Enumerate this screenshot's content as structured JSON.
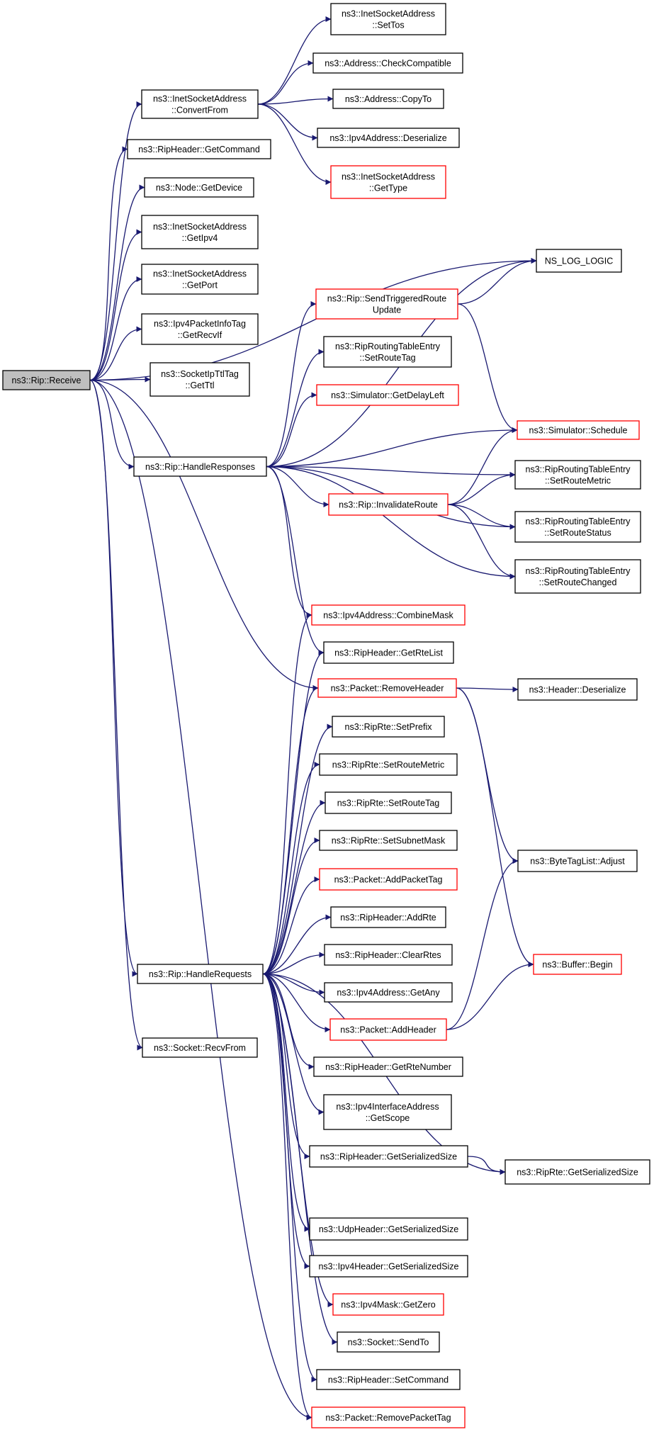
{
  "graph": {
    "colors": {
      "edge": "#191970",
      "node_border_default": "#000000",
      "node_border_truncated": "#ff0000",
      "root_fill": "#bfbfbf",
      "node_fill": "#ffffff"
    },
    "nodes": [
      {
        "id": "receive",
        "lines": [
          "ns3::Rip::Receive"
        ],
        "style": "root"
      },
      {
        "id": "convertfrom",
        "lines": [
          "ns3::InetSocketAddress",
          "::ConvertFrom"
        ],
        "style": "normal"
      },
      {
        "id": "ripheader_getcommand",
        "lines": [
          "ns3::RipHeader::GetCommand"
        ],
        "style": "normal"
      },
      {
        "id": "node_getdevice",
        "lines": [
          "ns3::Node::GetDevice"
        ],
        "style": "normal"
      },
      {
        "id": "inet_getipv4",
        "lines": [
          "ns3::InetSocketAddress",
          "::GetIpv4"
        ],
        "style": "normal"
      },
      {
        "id": "inet_getport",
        "lines": [
          "ns3::InetSocketAddress",
          "::GetPort"
        ],
        "style": "normal"
      },
      {
        "id": "ipv4packetinfotag_getrecvif",
        "lines": [
          "ns3::Ipv4PacketInfoTag",
          "::GetRecvIf"
        ],
        "style": "normal"
      },
      {
        "id": "socketipttltag_getttl",
        "lines": [
          "ns3::SocketIpTtlTag",
          "::GetTtl"
        ],
        "style": "normal"
      },
      {
        "id": "handleresponses",
        "lines": [
          "ns3::Rip::HandleResponses"
        ],
        "style": "normal"
      },
      {
        "id": "handlerequests",
        "lines": [
          "ns3::Rip::HandleRequests"
        ],
        "style": "normal"
      },
      {
        "id": "socket_recvfrom",
        "lines": [
          "ns3::Socket::RecvFrom"
        ],
        "style": "normal"
      },
      {
        "id": "inet_settos",
        "lines": [
          "ns3::InetSocketAddress",
          "::SetTos"
        ],
        "style": "normal"
      },
      {
        "id": "address_checkcompatible",
        "lines": [
          "ns3::Address::CheckCompatible"
        ],
        "style": "normal"
      },
      {
        "id": "address_copyto",
        "lines": [
          "ns3::Address::CopyTo"
        ],
        "style": "normal"
      },
      {
        "id": "ipv4address_deserialize",
        "lines": [
          "ns3::Ipv4Address::Deserialize"
        ],
        "style": "normal"
      },
      {
        "id": "inet_gettype",
        "lines": [
          "ns3::InetSocketAddress",
          "::GetType"
        ],
        "style": "truncated"
      },
      {
        "id": "ns_log_logic",
        "lines": [
          "NS_LOG_LOGIC"
        ],
        "style": "normal"
      },
      {
        "id": "sendtriggeredrouteupdate",
        "lines": [
          "ns3::Rip::SendTriggeredRoute",
          "Update"
        ],
        "style": "truncated"
      },
      {
        "id": "rte_setroutetag",
        "lines": [
          "ns3::RipRoutingTableEntry",
          "::SetRouteTag"
        ],
        "style": "normal"
      },
      {
        "id": "simulator_getdelayleft",
        "lines": [
          "ns3::Simulator::GetDelayLeft"
        ],
        "style": "truncated"
      },
      {
        "id": "simulator_schedule",
        "lines": [
          "ns3::Simulator::Schedule"
        ],
        "style": "truncated"
      },
      {
        "id": "invalidateroute",
        "lines": [
          "ns3::Rip::InvalidateRoute"
        ],
        "style": "truncated"
      },
      {
        "id": "rte_setroutemetric",
        "lines": [
          "ns3::RipRoutingTableEntry",
          "::SetRouteMetric"
        ],
        "style": "normal"
      },
      {
        "id": "rte_setroutestatus",
        "lines": [
          "ns3::RipRoutingTableEntry",
          "::SetRouteStatus"
        ],
        "style": "normal"
      },
      {
        "id": "rte_setroutechanged",
        "lines": [
          "ns3::RipRoutingTableEntry",
          "::SetRouteChanged"
        ],
        "style": "normal"
      },
      {
        "id": "ipv4address_combinemask",
        "lines": [
          "ns3::Ipv4Address::CombineMask"
        ],
        "style": "truncated"
      },
      {
        "id": "ripheader_getrtelist",
        "lines": [
          "ns3::RipHeader::GetRteList"
        ],
        "style": "normal"
      },
      {
        "id": "packet_removeheader",
        "lines": [
          "ns3::Packet::RemoveHeader"
        ],
        "style": "truncated"
      },
      {
        "id": "header_deserialize",
        "lines": [
          "ns3::Header::Deserialize"
        ],
        "style": "normal"
      },
      {
        "id": "riprte_setprefix",
        "lines": [
          "ns3::RipRte::SetPrefix"
        ],
        "style": "normal"
      },
      {
        "id": "riprte_setroutemetric",
        "lines": [
          "ns3::RipRte::SetRouteMetric"
        ],
        "style": "normal"
      },
      {
        "id": "riprte_setroutetag",
        "lines": [
          "ns3::RipRte::SetRouteTag"
        ],
        "style": "normal"
      },
      {
        "id": "riprte_setsubnetmask",
        "lines": [
          "ns3::RipRte::SetSubnetMask"
        ],
        "style": "normal"
      },
      {
        "id": "bytetaglist_adjust",
        "lines": [
          "ns3::ByteTagList::Adjust"
        ],
        "style": "normal"
      },
      {
        "id": "packet_addpackettag",
        "lines": [
          "ns3::Packet::AddPacketTag"
        ],
        "style": "truncated"
      },
      {
        "id": "ripheader_addrte",
        "lines": [
          "ns3::RipHeader::AddRte"
        ],
        "style": "normal"
      },
      {
        "id": "ripheader_clearrtes",
        "lines": [
          "ns3::RipHeader::ClearRtes"
        ],
        "style": "normal"
      },
      {
        "id": "buffer_begin",
        "lines": [
          "ns3::Buffer::Begin"
        ],
        "style": "truncated"
      },
      {
        "id": "ipv4address_getany",
        "lines": [
          "ns3::Ipv4Address::GetAny"
        ],
        "style": "normal"
      },
      {
        "id": "packet_addheader",
        "lines": [
          "ns3::Packet::AddHeader"
        ],
        "style": "truncated"
      },
      {
        "id": "ripheader_getrtenumber",
        "lines": [
          "ns3::RipHeader::GetRteNumber"
        ],
        "style": "normal"
      },
      {
        "id": "ipv4interfaceaddress_getscope",
        "lines": [
          "ns3::Ipv4InterfaceAddress",
          "::GetScope"
        ],
        "style": "normal"
      },
      {
        "id": "ripheader_getserializedsize",
        "lines": [
          "ns3::RipHeader::GetSerializedSize"
        ],
        "style": "normal"
      },
      {
        "id": "riprte_getserializedsize",
        "lines": [
          "ns3::RipRte::GetSerializedSize"
        ],
        "style": "normal"
      },
      {
        "id": "udpheader_getserializedsize",
        "lines": [
          "ns3::UdpHeader::GetSerializedSize"
        ],
        "style": "normal"
      },
      {
        "id": "ipv4header_getserializedsize",
        "lines": [
          "ns3::Ipv4Header::GetSerializedSize"
        ],
        "style": "normal"
      },
      {
        "id": "ipv4mask_getzero",
        "lines": [
          "ns3::Ipv4Mask::GetZero"
        ],
        "style": "truncated"
      },
      {
        "id": "socket_sendto",
        "lines": [
          "ns3::Socket::SendTo"
        ],
        "style": "normal"
      },
      {
        "id": "ripheader_setcommand",
        "lines": [
          "ns3::RipHeader::SetCommand"
        ],
        "style": "normal"
      },
      {
        "id": "packet_removepackettag",
        "lines": [
          "ns3::Packet::RemovePacketTag"
        ],
        "style": "truncated"
      }
    ],
    "edges": [
      [
        "receive",
        "convertfrom"
      ],
      [
        "receive",
        "ripheader_getcommand"
      ],
      [
        "receive",
        "node_getdevice"
      ],
      [
        "receive",
        "inet_getipv4"
      ],
      [
        "receive",
        "inet_getport"
      ],
      [
        "receive",
        "ipv4packetinfotag_getrecvif"
      ],
      [
        "receive",
        "socketipttltag_getttl"
      ],
      [
        "receive",
        "ns_log_logic"
      ],
      [
        "receive",
        "handleresponses"
      ],
      [
        "receive",
        "packet_removeheader"
      ],
      [
        "receive",
        "handlerequests"
      ],
      [
        "receive",
        "socket_recvfrom"
      ],
      [
        "receive",
        "packet_removepackettag"
      ],
      [
        "convertfrom",
        "inet_settos"
      ],
      [
        "convertfrom",
        "address_checkcompatible"
      ],
      [
        "convertfrom",
        "address_copyto"
      ],
      [
        "convertfrom",
        "ipv4address_deserialize"
      ],
      [
        "convertfrom",
        "inet_gettype"
      ],
      [
        "sendtriggeredrouteupdate",
        "ns_log_logic"
      ],
      [
        "sendtriggeredrouteupdate",
        "simulator_schedule"
      ],
      [
        "handleresponses",
        "ns_log_logic"
      ],
      [
        "handleresponses",
        "sendtriggeredrouteupdate"
      ],
      [
        "handleresponses",
        "rte_setroutetag"
      ],
      [
        "handleresponses",
        "simulator_getdelayleft"
      ],
      [
        "handleresponses",
        "simulator_schedule"
      ],
      [
        "handleresponses",
        "rte_setroutemetric"
      ],
      [
        "handleresponses",
        "invalidateroute"
      ],
      [
        "handleresponses",
        "rte_setroutestatus"
      ],
      [
        "handleresponses",
        "rte_setroutechanged"
      ],
      [
        "handleresponses",
        "ipv4address_combinemask"
      ],
      [
        "handleresponses",
        "ripheader_getrtelist"
      ],
      [
        "invalidateroute",
        "simulator_schedule"
      ],
      [
        "invalidateroute",
        "rte_setroutemetric"
      ],
      [
        "invalidateroute",
        "rte_setroutestatus"
      ],
      [
        "invalidateroute",
        "rte_setroutechanged"
      ],
      [
        "packet_removeheader",
        "header_deserialize"
      ],
      [
        "packet_removeheader",
        "bytetaglist_adjust"
      ],
      [
        "packet_removeheader",
        "buffer_begin"
      ],
      [
        "packet_addheader",
        "bytetaglist_adjust"
      ],
      [
        "packet_addheader",
        "buffer_begin"
      ],
      [
        "ripheader_getserializedsize",
        "riprte_getserializedsize"
      ],
      [
        "handlerequests",
        "ipv4address_combinemask"
      ],
      [
        "handlerequests",
        "ripheader_getrtelist"
      ],
      [
        "handlerequests",
        "packet_removeheader"
      ],
      [
        "handlerequests",
        "riprte_setprefix"
      ],
      [
        "handlerequests",
        "riprte_setroutemetric"
      ],
      [
        "handlerequests",
        "riprte_setroutetag"
      ],
      [
        "handlerequests",
        "riprte_setsubnetmask"
      ],
      [
        "handlerequests",
        "packet_addpackettag"
      ],
      [
        "handlerequests",
        "ripheader_addrte"
      ],
      [
        "handlerequests",
        "ripheader_clearrtes"
      ],
      [
        "handlerequests",
        "ipv4address_getany"
      ],
      [
        "handlerequests",
        "packet_addheader"
      ],
      [
        "handlerequests",
        "ripheader_getrtenumber"
      ],
      [
        "handlerequests",
        "ipv4interfaceaddress_getscope"
      ],
      [
        "handlerequests",
        "ripheader_getserializedsize"
      ],
      [
        "handlerequests",
        "riprte_getserializedsize"
      ],
      [
        "handlerequests",
        "udpheader_getserializedsize"
      ],
      [
        "handlerequests",
        "ipv4header_getserializedsize"
      ],
      [
        "handlerequests",
        "ipv4mask_getzero"
      ],
      [
        "handlerequests",
        "socket_sendto"
      ],
      [
        "handlerequests",
        "ripheader_setcommand"
      ],
      [
        "handlerequests",
        "packet_removepackettag"
      ]
    ]
  }
}
